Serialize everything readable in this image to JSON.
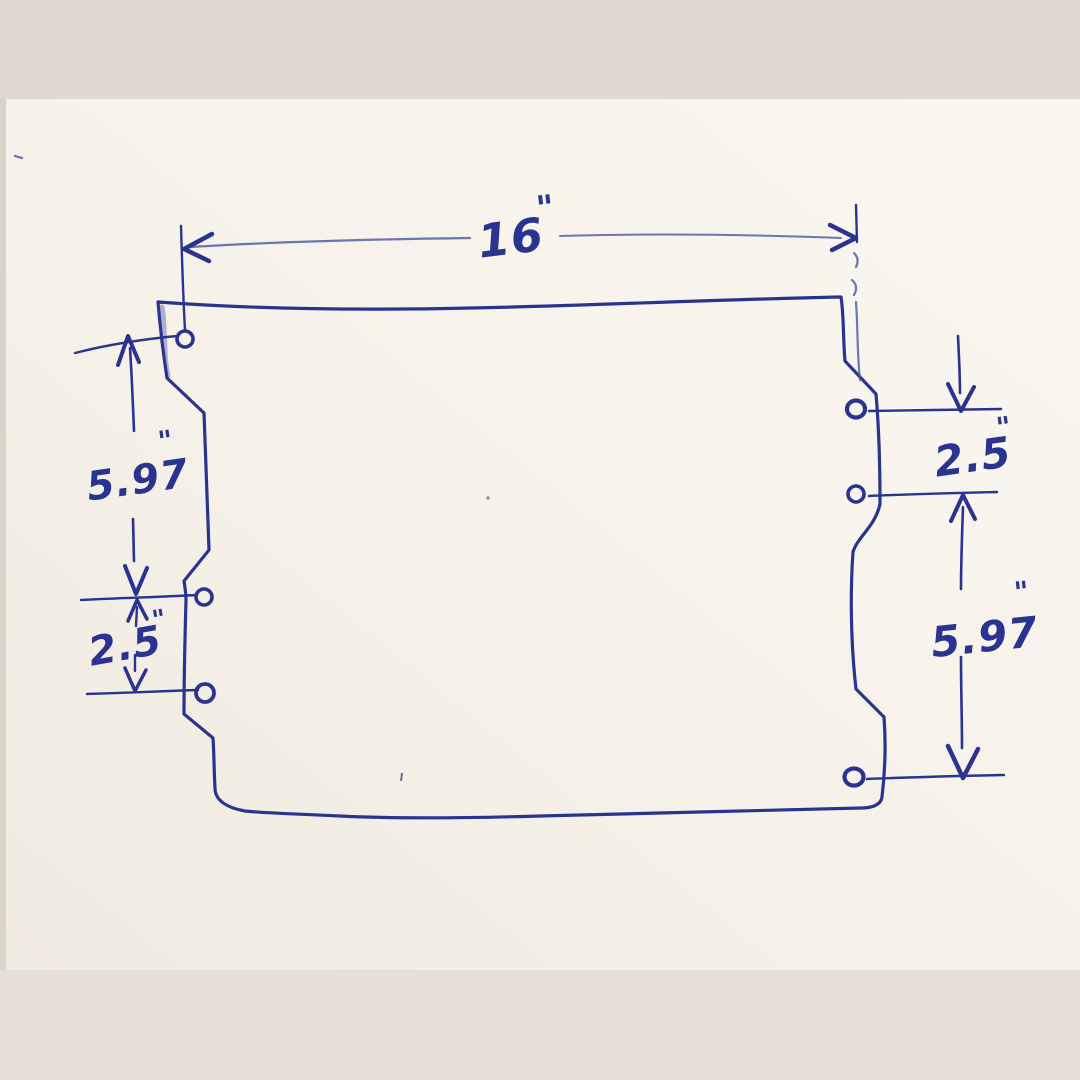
{
  "sketch": {
    "colors": {
      "ink": "#2b3391",
      "paper": "#f6f2ea",
      "background": "#e2dbd1"
    },
    "plate": {
      "left_hole_count": 3,
      "right_hole_count": 3
    },
    "dimensions": {
      "top_width": {
        "value": "16",
        "unit": "\""
      },
      "left_upper": {
        "value": "5.97",
        "unit": "\""
      },
      "left_lower": {
        "value": "2.5",
        "unit": "\""
      },
      "right_upper": {
        "value": "2.5",
        "unit": "\""
      },
      "right_lower": {
        "value": "5.97",
        "unit": "\""
      }
    }
  }
}
